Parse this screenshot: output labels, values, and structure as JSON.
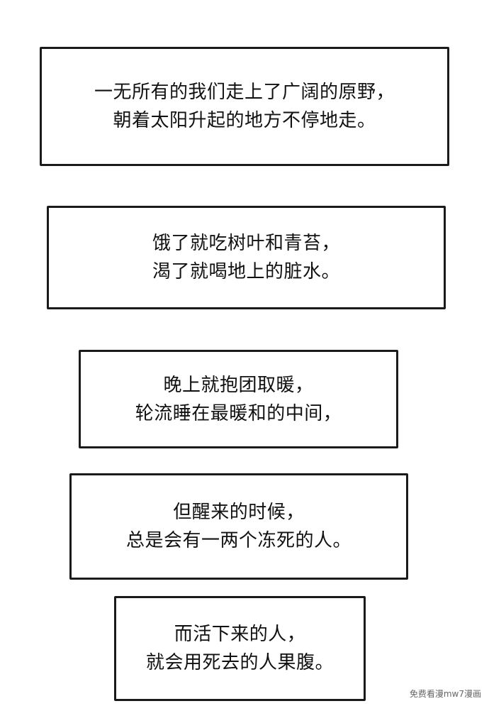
{
  "captions": [
    {
      "lines": [
        "一无所有的我们走上了广阔的原野，",
        "朝着太阳升起的地方不停地走。"
      ]
    },
    {
      "lines": [
        "饿了就吃树叶和青苔，",
        "渴了就喝地上的脏水。"
      ]
    },
    {
      "lines": [
        "晚上就抱团取暖，",
        "轮流睡在最暖和的中间，"
      ]
    },
    {
      "lines": [
        "但醒来的时候，",
        "总是会有一两个冻死的人。"
      ]
    },
    {
      "lines": [
        "而活下来的人，",
        "就会用死去的人果腹。"
      ]
    }
  ],
  "watermark": "免费看漫mw7漫画"
}
